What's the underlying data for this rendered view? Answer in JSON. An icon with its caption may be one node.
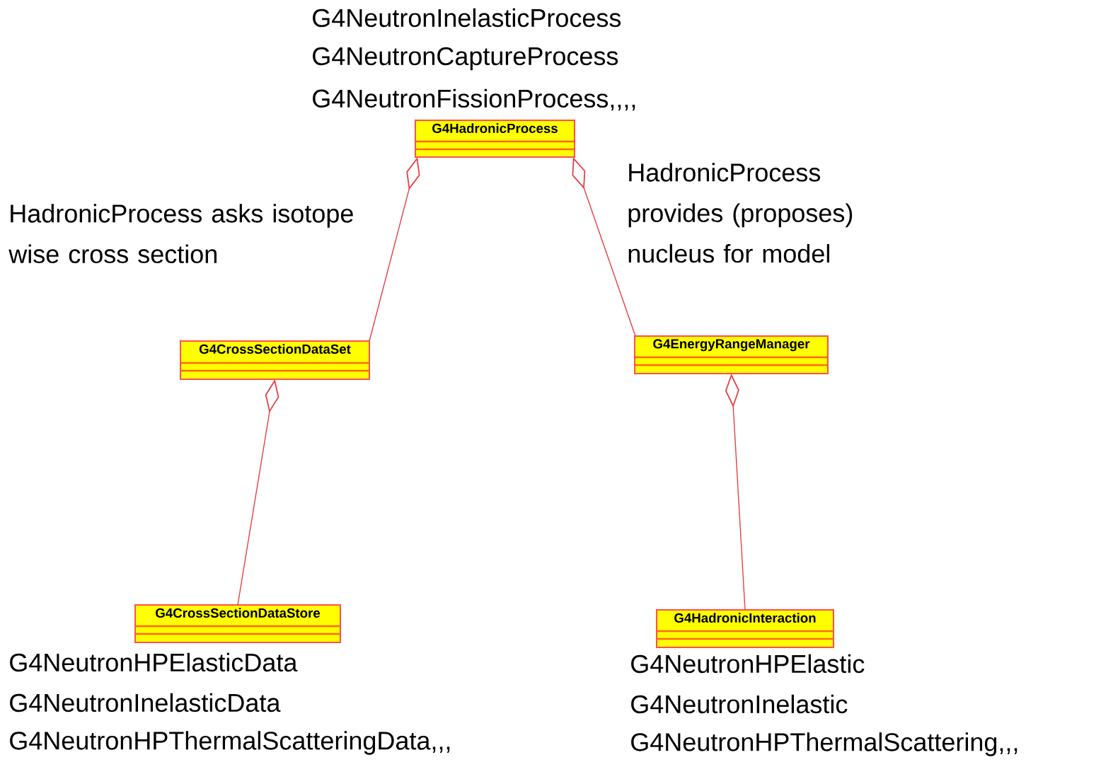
{
  "diagram": {
    "nodes": [
      {
        "text": [
          "G4HadronicProcess"
        ],
        "beside": [
          "G4NeutronInelasticProcess",
          "G4NeutronCaptureProcess",
          "G4NeutronFissionProcess,,,,"
        ]
      },
      {
        "text": [
          "G4CrossSectionDataSet"
        ]
      },
      {
        "text": [
          "G4EnergyRangeManager"
        ]
      },
      {
        "text": [
          "G4CrossSectionDataStore"
        ],
        "beside": [
          "G4NeutronHPElasticData",
          "G4NeutronInelasticData",
          "G4NeutronHPThermalScatteringData,,,"
        ]
      },
      {
        "text": [
          "G4HadronicInteraction"
        ],
        "beside": [
          "G4NeutronHPElastic",
          "G4NeutronInelastic",
          "G4NeutronHPThermalScattering,,,"
        ]
      }
    ],
    "edges": [
      {
        "from": 0,
        "to": 1,
        "arrow": "other"
      },
      {
        "from": 0,
        "to": 2,
        "arrow": "other"
      },
      {
        "from": 1,
        "to": 3,
        "arrow": "other"
      },
      {
        "from": 2,
        "to": 4,
        "arrow": "other"
      }
    ],
    "labels": [
      "HadronicProcess asks isotope wise cross section",
      "HadronicProcess provides (proposes) nucleus for model"
    ]
  }
}
